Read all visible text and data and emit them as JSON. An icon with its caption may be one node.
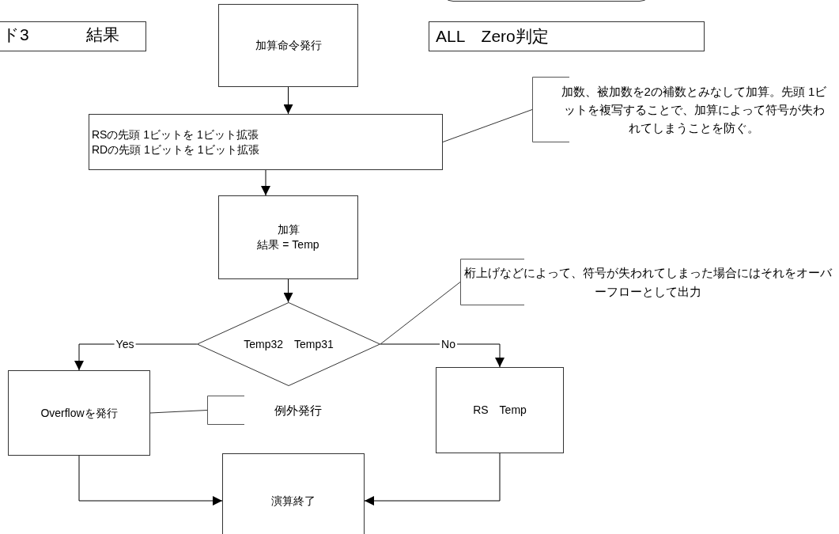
{
  "diagram": {
    "nodes": [
      {
        "text": [
          "ド3",
          "結果"
        ]
      },
      {
        "text": [],
        "shape": "box"
      },
      {
        "text": [
          "ALL　Zero判定"
        ]
      },
      {
        "text": [
          "加算命令発行"
        ]
      },
      {
        "text": [
          "RSの先頭 1ビットを 1ビット拡張",
          "RDの先頭 1ビットを 1ビット拡張"
        ]
      },
      {
        "text": [
          "加算",
          "結果 = Temp"
        ]
      },
      {
        "text": [
          "Temp32　Temp31"
        ]
      },
      {
        "text": [
          "Overflowを発行"
        ]
      },
      {
        "text": [
          "例外発行"
        ]
      },
      {
        "text": [
          "RS　Temp"
        ]
      },
      {
        "text": [
          "演算終了"
        ]
      },
      {
        "text": [
          "加数、被加数を2の補数とみなして加算。先頭 1ビットを複写することで、加算によって符号が失われてしまうことを防ぐ。"
        ]
      },
      {
        "text": [
          "桁上げなどによって、符号が失われてしまった場合にはそれをオーバーフローとして出力"
        ]
      }
    ],
    "edges": [
      {
        "from": 3,
        "to": 4,
        "arrow": "to"
      },
      {
        "from": 4,
        "to": 5,
        "arrow": "to"
      },
      {
        "from": 5,
        "to": 6,
        "arrow": "to"
      },
      {
        "from": 6,
        "to": 7,
        "arrow": "to",
        "label": "Yes"
      },
      {
        "from": 6,
        "to": 9,
        "arrow": "to",
        "label": "No"
      },
      {
        "from": 7,
        "to": 10,
        "arrow": "to"
      },
      {
        "from": 9,
        "to": 10,
        "arrow": "to"
      },
      {
        "from": 11,
        "to": 4,
        "arrow": "none"
      },
      {
        "from": 12,
        "to": 6,
        "arrow": "none"
      },
      {
        "from": 8,
        "to": 7,
        "arrow": "none"
      }
    ]
  }
}
